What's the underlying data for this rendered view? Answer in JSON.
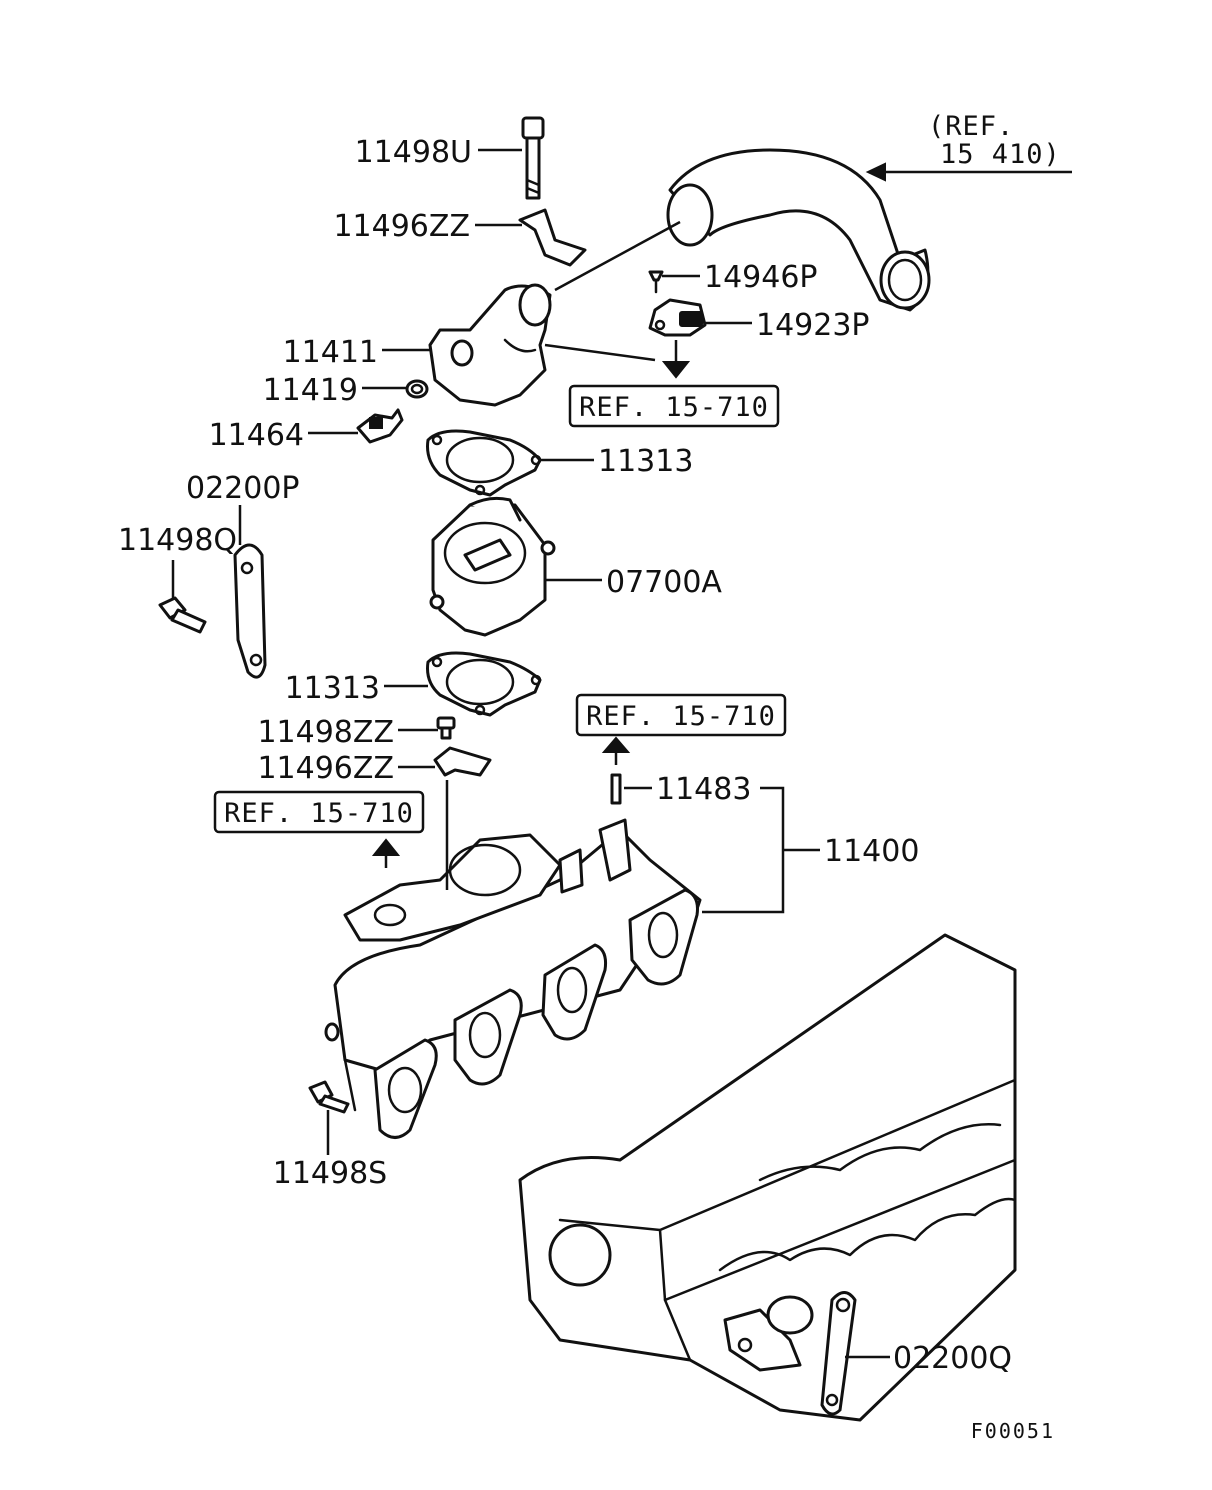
{
  "labels": {
    "p11498U": "11498U",
    "p11496ZZ_top": "11496ZZ",
    "p14946P": "14946P",
    "p14923P": "14923P",
    "p11411": "11411",
    "p11419": "11419",
    "p11464": "11464",
    "p11313_top": "11313",
    "p02200P": "02200P",
    "p11498Q": "11498Q",
    "p07700A": "07700A",
    "p11313_bottom": "11313",
    "p11498ZZ": "11498ZZ",
    "p11496ZZ_bottom": "11496ZZ",
    "p11483": "11483",
    "p11400": "11400",
    "p11498S": "11498S",
    "p02200Q": "02200Q"
  },
  "refs": {
    "hose_ref_line1": "(REF.",
    "hose_ref_line2": "15 410)",
    "ref_top": "REF. 15-710",
    "ref_right": "REF. 15-710",
    "ref_left": "REF. 15-710"
  },
  "figure_code": "F00051"
}
